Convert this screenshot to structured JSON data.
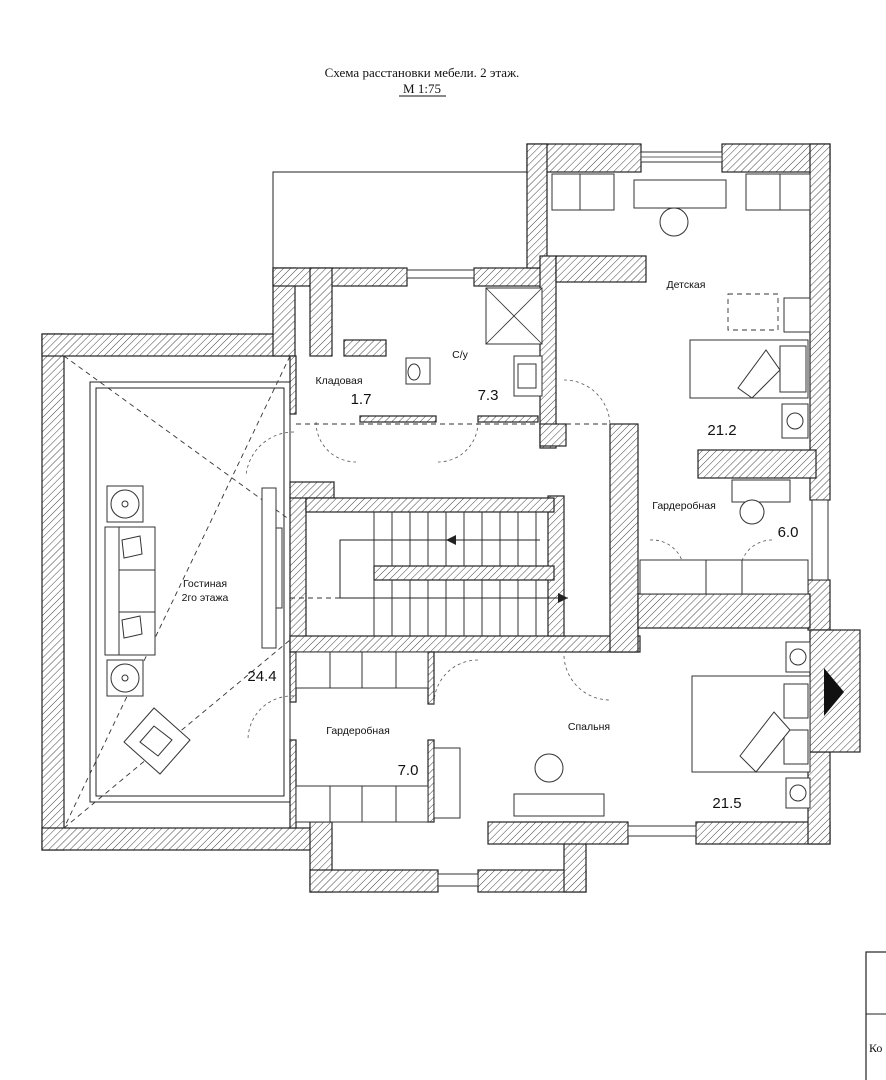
{
  "title": {
    "line1": "Схема расстановки мебели. 2 этаж.",
    "line2": "М 1:75"
  },
  "rooms": {
    "bathroom": {
      "label": "С/у",
      "area": "7.3"
    },
    "storage": {
      "label": "Кладовая",
      "area": "1.7"
    },
    "kids": {
      "label": "Детская",
      "area": "21.2"
    },
    "wardrobe_right": {
      "label": "Гардеробная",
      "area": "6.0"
    },
    "living": {
      "label_line1": "Гостиная",
      "label_line2": "2го этажа",
      "area": "24.4"
    },
    "wardrobe_left": {
      "label": "Гардеробная",
      "area": "7.0"
    },
    "bedroom": {
      "label": "Спальня",
      "area": "21.5"
    }
  },
  "title_block": {
    "text": "Ко"
  }
}
